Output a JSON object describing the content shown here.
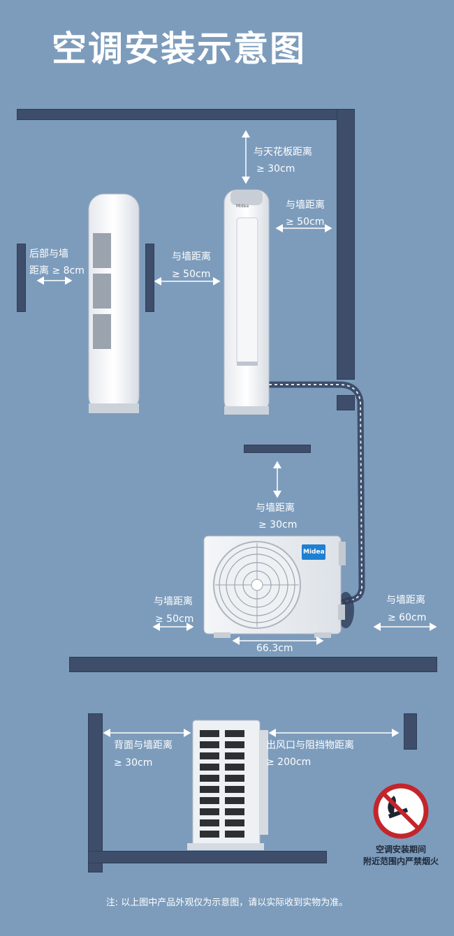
{
  "title": "空调安装示意图",
  "indoor": {
    "ceiling_label": "与天花板距离",
    "ceiling_value": "≥ 30cm",
    "right_wall_label": "与墙距离",
    "right_wall_value": "≥ 50cm",
    "back_wall_label": "后部与墙",
    "back_wall_value": "距离 ≥ 8cm",
    "side_wall_label": "与墙距离",
    "side_wall_value": "≥ 50cm",
    "brand_mark": "Midea"
  },
  "outdoor": {
    "top_label": "与墙距离",
    "top_value": "≥ 30cm",
    "left_label": "与墙距离",
    "left_value": "≥ 50cm",
    "right_label": "与墙距离",
    "right_value": "≥ 60cm",
    "width_value": "66.3cm",
    "brand_logo": "Midea"
  },
  "rear_view": {
    "back_label": "背面与墙距离",
    "back_value": "≥ 30cm",
    "outlet_label": "出风口与阻挡物距离",
    "outlet_value": "≥ 200cm"
  },
  "warning": {
    "line1": "空调安装期间",
    "line2": "附近范围内严禁烟火",
    "icon": "no-fire-icon"
  },
  "footnote": "注: 以上图中产品外观仅为示意图，请以实际收到实物为准。",
  "colors": {
    "background": "#7d9cbc",
    "wall": "#3d4d6a",
    "warning_red": "#c3252b"
  }
}
